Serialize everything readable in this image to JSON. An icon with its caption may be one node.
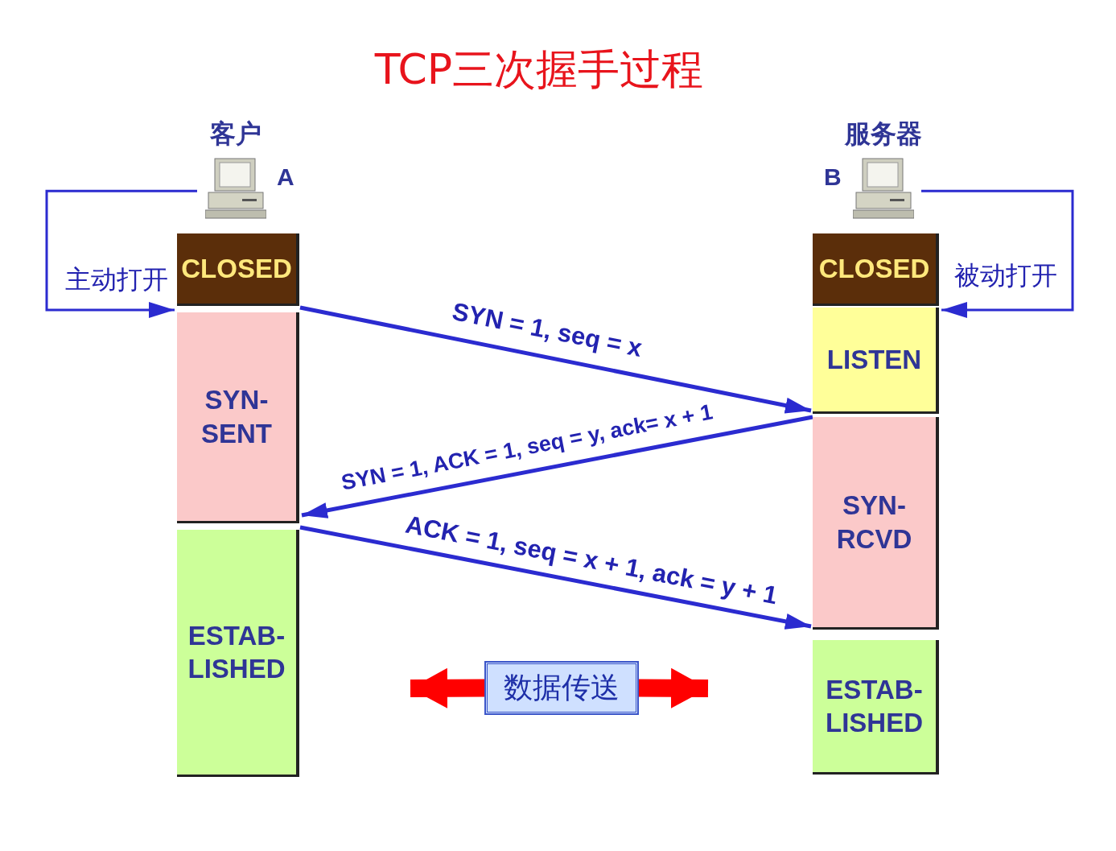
{
  "diagram": {
    "title": "TCP三次握手过程",
    "nodes": [
      {
        "text": [
          "客户"
        ],
        "beside": [
          "A"
        ]
      },
      {
        "text": [
          "服务器"
        ],
        "beside": [
          "B"
        ]
      },
      {
        "text": [
          "CLOSED"
        ]
      },
      {
        "text": [
          "SYN- SENT"
        ]
      },
      {
        "text": [
          "ESTAB- LISHED"
        ]
      },
      {
        "text": [
          "CLOSED"
        ]
      },
      {
        "text": [
          "LISTEN"
        ]
      },
      {
        "text": [
          "SYN- RCVD"
        ]
      },
      {
        "text": [
          "ESTAB- LISHED"
        ]
      },
      {
        "text": [
          "数据传送"
        ]
      }
    ],
    "edges": [
      {
        "from": 0,
        "to": 3,
        "arrow": "to",
        "label": "主动打开"
      },
      {
        "from": 1,
        "to": 6,
        "arrow": "to",
        "label": "被动打开"
      },
      {
        "from": 2,
        "to": 6,
        "arrow": "to",
        "label": "SYN = 1, seq = x"
      },
      {
        "from": 7,
        "to": 3,
        "arrow": "to",
        "label": "SYN = 1, ACK = 1, seq = y, ack= x + 1"
      },
      {
        "from": 4,
        "to": 7,
        "arrow": "to",
        "label": "ACK = 1, seq = x + 1, ack = y + 1"
      },
      {
        "from": 9,
        "to": null,
        "arrow": "to",
        "style": "thick",
        "color": "#ff0000"
      },
      {
        "from": 9,
        "to": null,
        "arrow": "to",
        "style": "thick",
        "color": "#ff0000"
      }
    ]
  }
}
